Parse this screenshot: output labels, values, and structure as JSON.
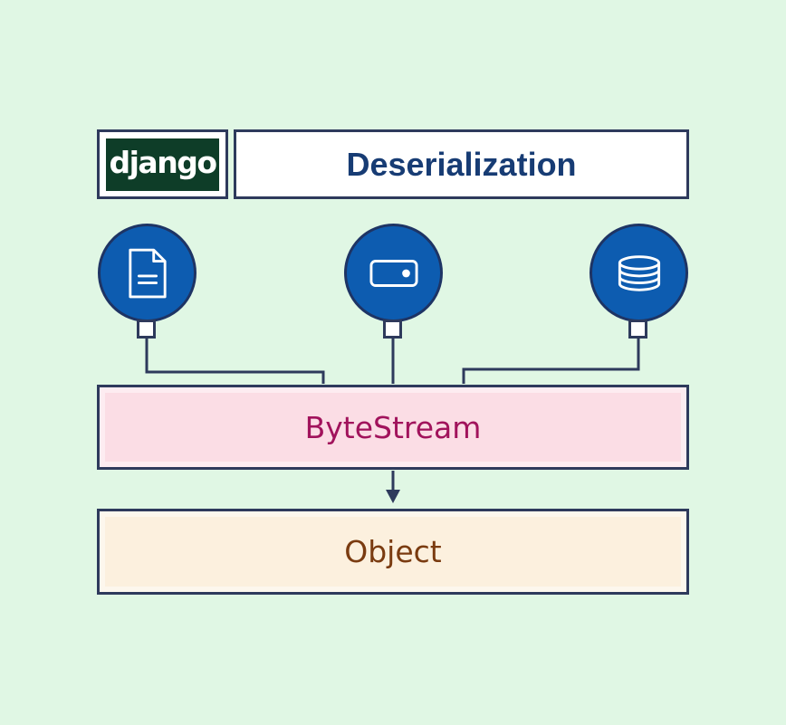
{
  "logo": {
    "text": "django"
  },
  "title": "Deserialization",
  "sources": [
    {
      "icon": "file-document-icon"
    },
    {
      "icon": "storage-device-icon"
    },
    {
      "icon": "database-icon"
    }
  ],
  "nodes": {
    "bytestream": "ByteStream",
    "object": "Object"
  },
  "colors": {
    "background": "#E0F7E4",
    "box_border": "#2E3A5C",
    "circle_fill": "#0D5CB0",
    "circle_border": "#1E3464",
    "logo_green": "#0E3D28",
    "title_text": "#173C74",
    "bytestream_fill": "#FBDDE5",
    "bytestream_text": "#A1135C",
    "object_fill": "#FCF0DE",
    "object_text": "#7A3B10"
  }
}
